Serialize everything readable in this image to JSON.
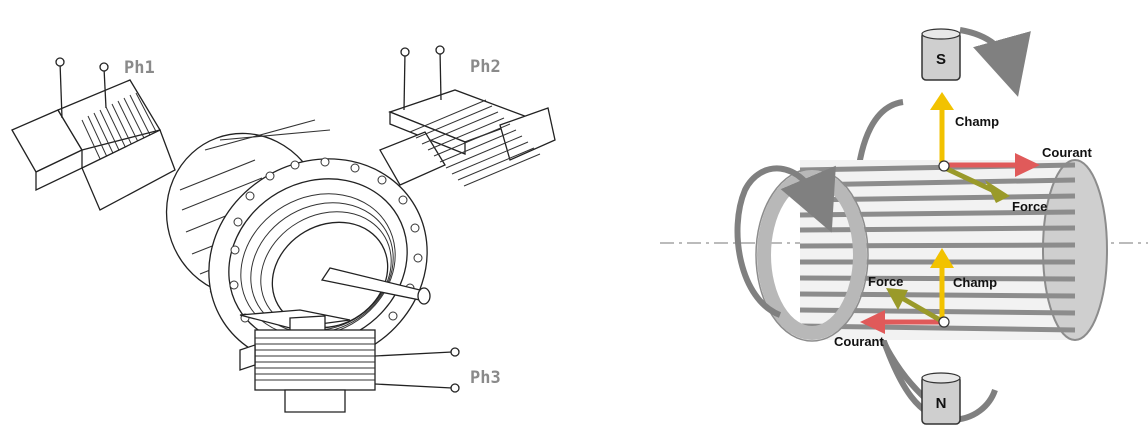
{
  "left_figure": {
    "phase_labels": [
      "Ph1",
      "Ph2",
      "Ph3"
    ]
  },
  "right_figure": {
    "poles": {
      "north": "N",
      "south": "S"
    },
    "top_vectors": {
      "champ": "Champ",
      "courant": "Courant",
      "force": "Force"
    },
    "bottom_vectors": {
      "champ": "Champ",
      "courant": "Courant",
      "force": "Force"
    },
    "colors": {
      "champ": "#f2c200",
      "courant": "#e05a5a",
      "force": "#9a9a2a",
      "cage": "#8c8c8c",
      "rotation_arrow": "#808080"
    }
  }
}
